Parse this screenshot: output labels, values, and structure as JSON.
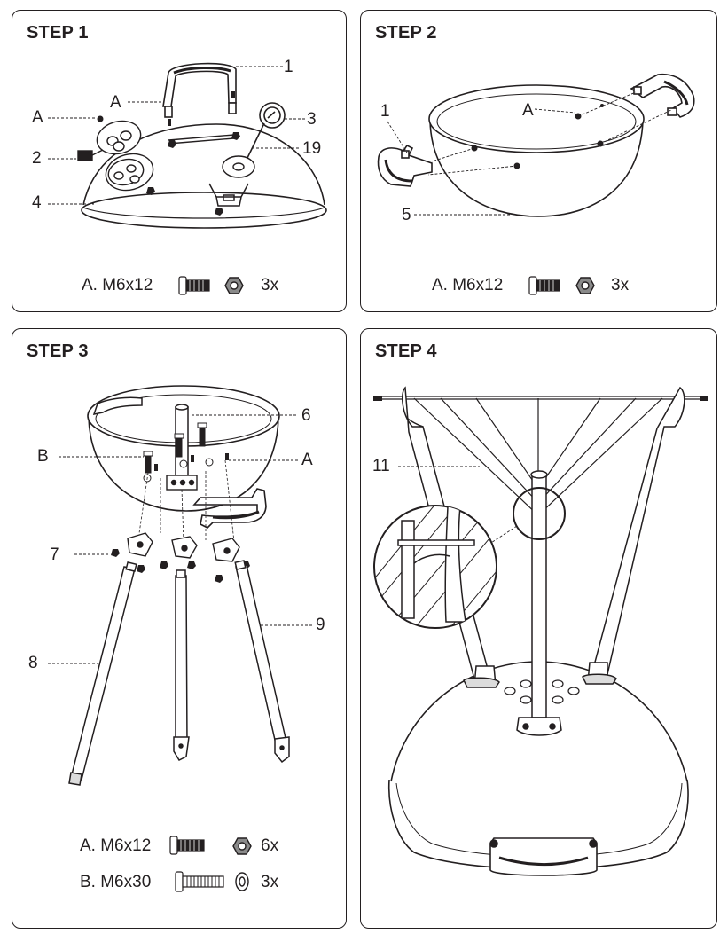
{
  "steps": [
    {
      "title": "STEP 1",
      "callouts": [
        "1",
        "A",
        "A",
        "3",
        "2",
        "19",
        "4"
      ],
      "hardware": [
        {
          "label": "A. M6x12",
          "qty": "3x"
        }
      ]
    },
    {
      "title": "STEP 2",
      "callouts": [
        "1",
        "A",
        "5"
      ],
      "hardware": [
        {
          "label": "A. M6x12",
          "qty": "3x"
        }
      ]
    },
    {
      "title": "STEP 3",
      "callouts": [
        "6",
        "B",
        "A",
        "7",
        "9",
        "8"
      ],
      "hardware": [
        {
          "label": "A. M6x12",
          "qty": "6x"
        },
        {
          "label": "B. M6x30",
          "qty": "3x"
        }
      ]
    },
    {
      "title": "STEP 4",
      "callouts": [
        "11"
      ],
      "hardware": []
    }
  ]
}
